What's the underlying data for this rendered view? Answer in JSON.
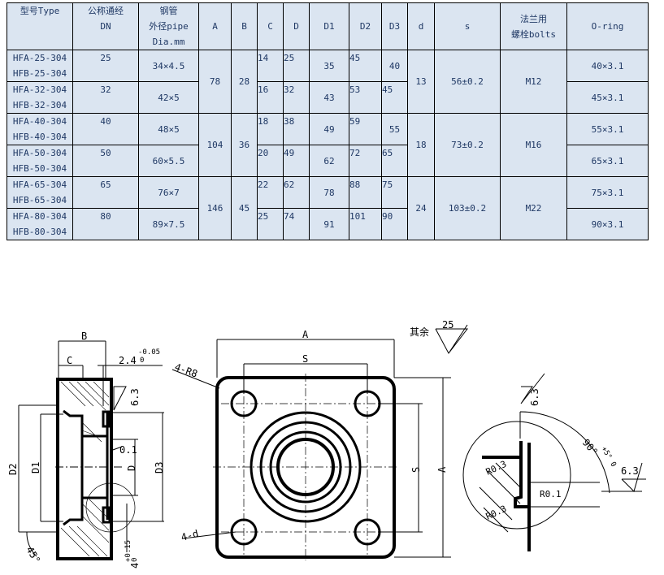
{
  "table": {
    "headers": {
      "type": "型号Type",
      "dn": [
        "公称通经",
        "DN"
      ],
      "pipe": [
        "钢管",
        "外径pipe",
        "Dia.mm"
      ],
      "A": "A",
      "B": "B",
      "C": "C",
      "D": "D",
      "D1": "D1",
      "D2": "D2",
      "D3": "D3",
      "d": "d",
      "s": "s",
      "bolts": [
        "法兰用",
        "螺栓bolts"
      ],
      "oring": "O-ring"
    },
    "rows": [
      {
        "types": [
          "HFA-25-304",
          "HFB-25-304"
        ],
        "dn": "25",
        "pipe": "34×4.5",
        "C": "14",
        "D": "25",
        "D1": "35",
        "D2": "45",
        "D3": "40",
        "oring": "40×3.1"
      },
      {
        "types": [
          "HFA-32-304",
          "HFB-32-304"
        ],
        "dn": "32",
        "pipe": "42×5",
        "C": "16",
        "D": "32",
        "D1": "43",
        "D2": "53",
        "D3": "45",
        "oring": "45×3.1"
      },
      {
        "types": [
          "HFA-40-304",
          "HFB-40-304"
        ],
        "dn": "40",
        "pipe": "48×5",
        "C": "18",
        "D": "38",
        "D1": "49",
        "D2": "59",
        "D3": "55",
        "oring": "55×3.1"
      },
      {
        "types": [
          "HFA-50-304",
          "HFB-50-304"
        ],
        "dn": "50",
        "pipe": "60×5.5",
        "C": "20",
        "D": "49",
        "D1": "62",
        "D2": "72",
        "D3": "65",
        "oring": "65×3.1"
      },
      {
        "types": [
          "HFA-65-304",
          "HFB-65-304"
        ],
        "dn": "65",
        "pipe": "76×7",
        "C": "22",
        "D": "62",
        "D1": "78",
        "D2": "88",
        "D3": "75",
        "oring": "75×3.1"
      },
      {
        "types": [
          "HFA-80-304",
          "HFB-80-304"
        ],
        "dn": "80",
        "pipe": "89×7.5",
        "C": "25",
        "D": "74",
        "D1": "91",
        "D2": "101",
        "D3": "90",
        "oring": "90×3.1"
      }
    ],
    "groups": [
      {
        "A": "78",
        "B": "28",
        "d": "13",
        "s": "56±0.2",
        "bolts": "M12"
      },
      {
        "A": "104",
        "B": "36",
        "d": "18",
        "s": "73±0.2",
        "bolts": "M16"
      },
      {
        "A": "146",
        "B": "45",
        "d": "24",
        "s": "103±0.2",
        "bolts": "M22"
      }
    ]
  },
  "drawing": {
    "side": {
      "B": "B",
      "C": "C",
      "groove": "2.4",
      "groove_tol_upper": "-0.05",
      "groove_tol_lower": "0",
      "rough": "6.3",
      "D2": "D2",
      "D1": "D1",
      "D": "D",
      "D3": "D3",
      "flat": "0.1",
      "chamfer": "45°",
      "depth": "4",
      "depth_tol_upper": "+0.15",
      "depth_tol_lower": "0"
    },
    "front": {
      "A": "A",
      "S": "S",
      "A_v": "A",
      "S_v": "S",
      "radius": "4-R8",
      "holes": "4-d",
      "rest_label": "其余",
      "rest_rough": "25"
    },
    "detail": {
      "rough_top": "6.3",
      "angle": "90°",
      "angle_tol": "+5° 0",
      "rough_right": "6.3",
      "r1": "R0.3",
      "r2": "R0.1",
      "r3": "R0.3"
    }
  }
}
